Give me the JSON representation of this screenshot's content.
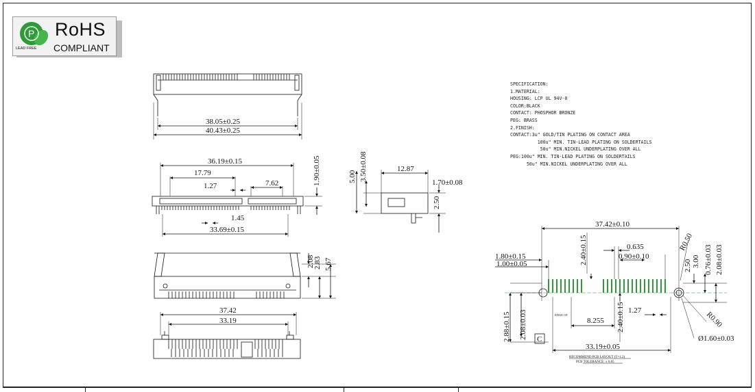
{
  "logo": {
    "title": "RoHS",
    "subtitle": "COMPLIANT",
    "lead_free": "LEAD FREE",
    "mark": "P"
  },
  "dims": {
    "d1": "38.05±0.25",
    "d2": "40.43±0.25",
    "d3": "36.19±0.15",
    "d4": "17.79",
    "d5": "1.27",
    "d6": "7.62",
    "d7": "1.90±0.05",
    "d8": "1.45",
    "d9": "33.69±0.15",
    "d10": "5.00",
    "d11": "3.50±0.08",
    "d12": "12.87",
    "d13": "1.70±0.08",
    "d14": "2.50",
    "d15": "2.08",
    "d16": "2.83",
    "d17": "5.67",
    "d18": "37.42",
    "d19": "33.19",
    "p1": "37.42±0.10",
    "p2": "1.80±0.15",
    "p3": "1.00±0.05",
    "p4": "2.40±0.15",
    "p5": "0.635",
    "p6": "0.90±0.10",
    "p7": "R0.50",
    "p8": "2.50",
    "p9": "3.00",
    "p10": "0.76±0.03",
    "p11": "2.08±0.03",
    "p12": "2.88±0.15",
    "p13": "2.08±0.03",
    "p14": "8.255",
    "p15": "2.40±0.15",
    "p16": "1.27",
    "p17": "R0.90",
    "p18": "Ø1.60±0.03",
    "p19": "33.19±0.05",
    "p20": "C"
  },
  "edge_label": "EDGE OF",
  "spec": "SPECIFICATION:\n1.MATERIAL:\nHOUSING: LCP UL 94V-0\nCOLOR:BLACK\nCONTACT: PHOSPHOR BRONZE\nPEG: BRASS\n2.FINISH:\nCONTACT:3u\" GOLD/TIN PLATING ON CONTACT AREA\n          100u\" MIN. TIN-LEAD PLATING ON SOLDERTAILS\n           50u\" MIN.NICKEL UNDERPLATING OVER ALL\nPEG:100u\" MIN. TIN-LEAD PLATING ON SOLDERTAILS\n      50u\" MIN.NICKEL UNDERPLATING OVER ALL",
  "pcb_note": "RECOMMEND PCB LAYOUT (T=1.2)",
  "pcb_tolerance": "PCB TOLERANCE: ± 0.05"
}
